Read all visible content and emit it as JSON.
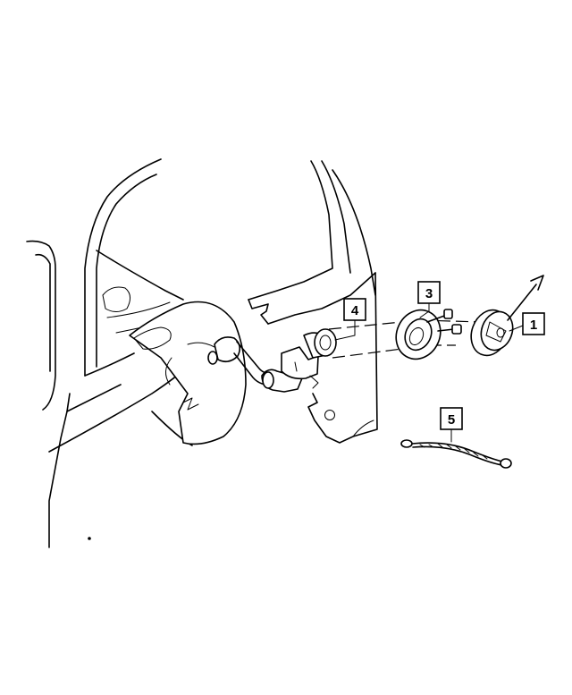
{
  "callouts": [
    {
      "id": "1",
      "label": "1"
    },
    {
      "id": "3",
      "label": "3"
    },
    {
      "id": "4",
      "label": "4"
    },
    {
      "id": "5",
      "label": "5"
    }
  ]
}
